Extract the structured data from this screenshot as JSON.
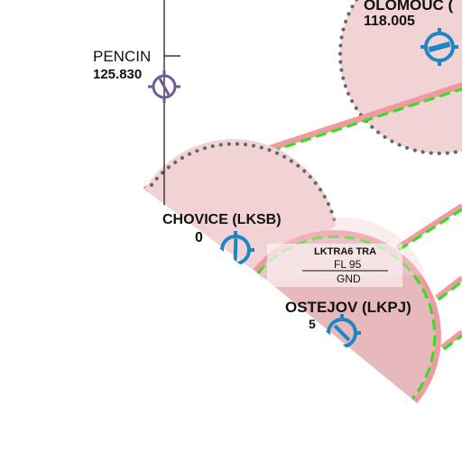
{
  "map": {
    "colors": {
      "zone_fill": "#f2d3d5",
      "zone_fill_dark": "#e7b8bc",
      "zone_border": "#ee9b9f",
      "boundary_green": "#33dd22",
      "dotted_circle": "#666666",
      "vor_blue": "#1f86c4",
      "reporting_point_purple": "#6e5b99",
      "route_line": "#111111"
    },
    "reporting_point": {
      "name": "PENCIN",
      "frequency": "125.830",
      "icon": "reporting-point-icon"
    },
    "airports": [
      {
        "id": "olomouc",
        "name": "OLOMOUC (",
        "frequency": "118.005",
        "icon": "airport-runway-icon"
      },
      {
        "id": "lksb",
        "name": "CHOVICE (LKSB)",
        "frequency": "0",
        "icon": "airport-runway-icon"
      },
      {
        "id": "lkpj",
        "name": "OSTEJOV (LKPJ)",
        "frequency": "5",
        "icon": "airport-runway-icon"
      }
    ],
    "tra": {
      "name": "LKTRA6 TRA",
      "upper": "FL 95",
      "lower": "GND"
    }
  }
}
